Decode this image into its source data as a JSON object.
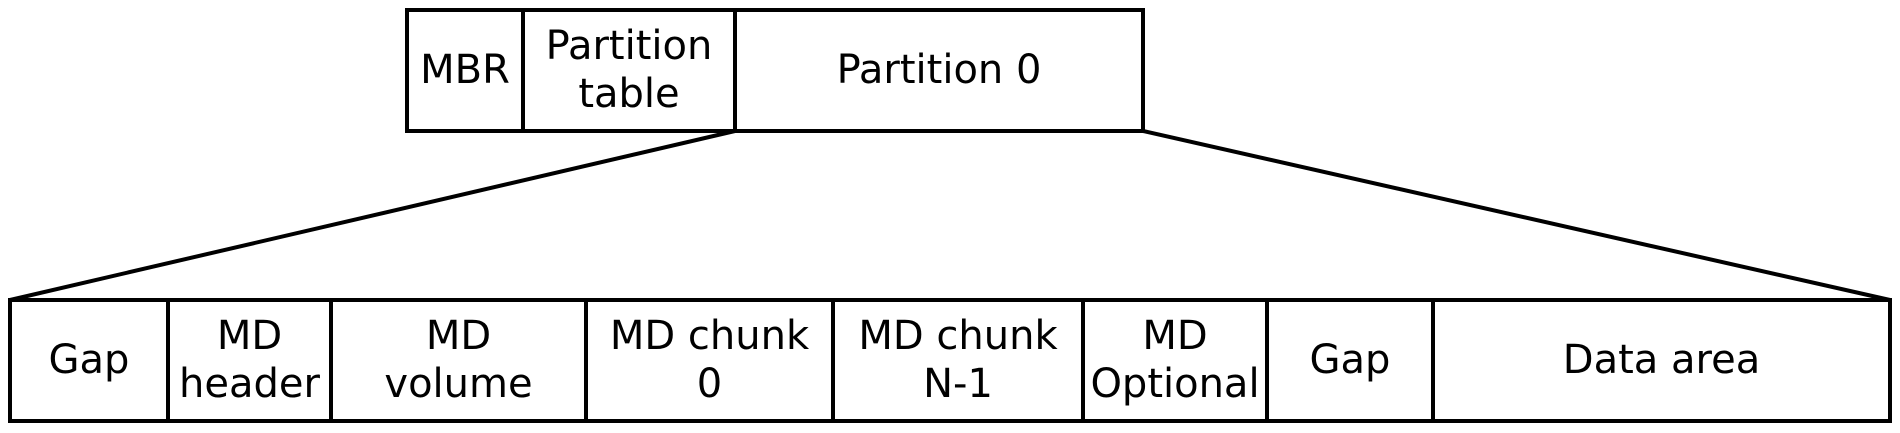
{
  "diagram": {
    "title": "disk-layout-expansion-diagram",
    "colors": {
      "line": "#000000",
      "background": "#ffffff",
      "text": "#000000"
    },
    "disk_row": {
      "segments": [
        {
          "label": "MBR"
        },
        {
          "label": "Partition\ntable"
        },
        {
          "label": "Partition 0"
        }
      ]
    },
    "partition_row": {
      "segments": [
        {
          "label": "Gap"
        },
        {
          "label": "MD\nheader"
        },
        {
          "label": "MD\nvolume"
        },
        {
          "label": "MD chunk\n0"
        },
        {
          "label": "MD chunk\nN-1"
        },
        {
          "label": "MD\nOptional"
        },
        {
          "label": "Gap"
        },
        {
          "label": "Data area"
        }
      ]
    }
  }
}
